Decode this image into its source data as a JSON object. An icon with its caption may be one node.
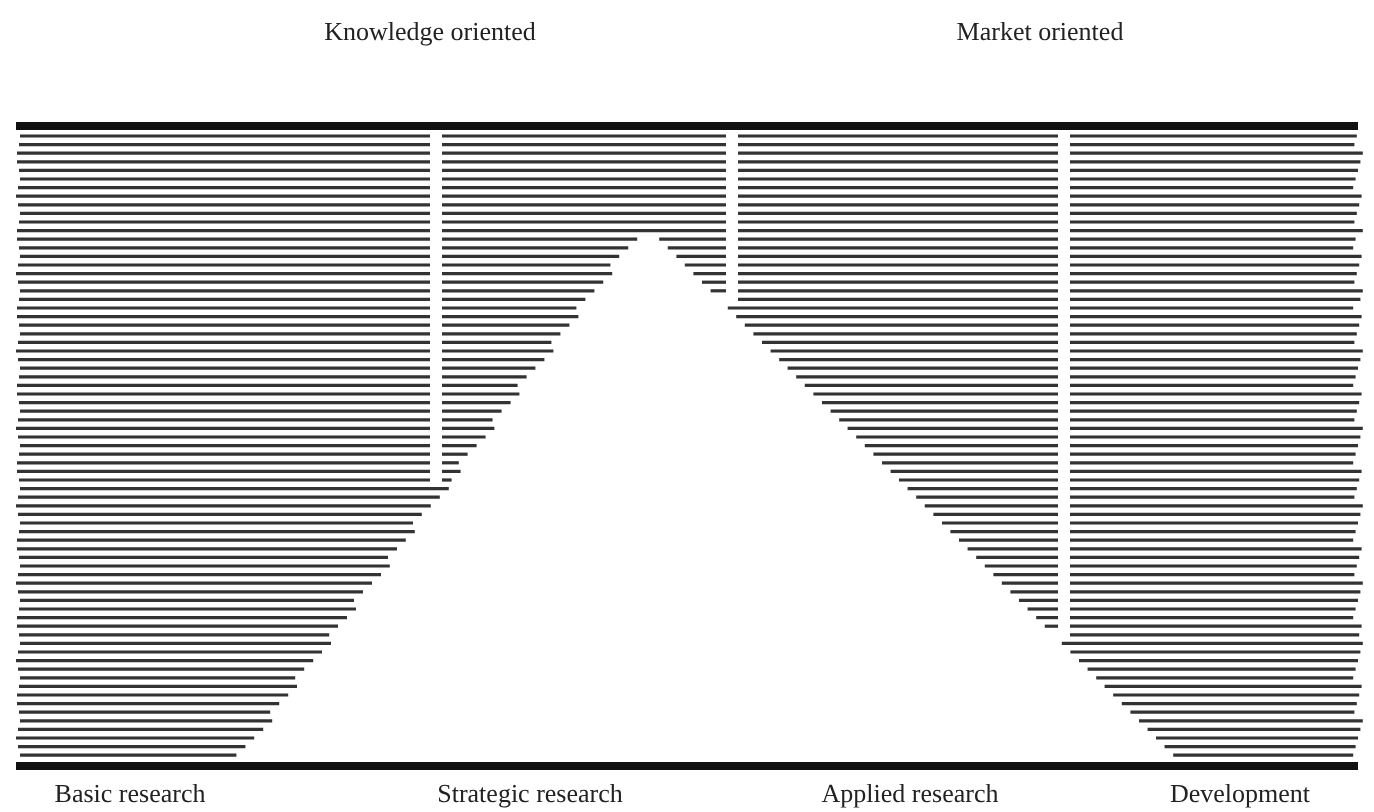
{
  "diagram": {
    "labels": [
      "Knowledge oriented",
      "Market oriented",
      "Basic research",
      "Strategic research",
      "Applied research",
      "Development"
    ]
  }
}
